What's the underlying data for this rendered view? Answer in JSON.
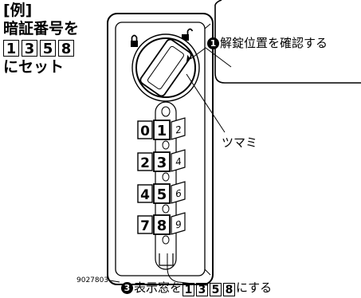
{
  "title": {
    "line1": "[例]",
    "line2": "暗証番号を",
    "digits": [
      "1",
      "3",
      "5",
      "8"
    ],
    "line4": "にセット"
  },
  "callout_unlock": {
    "num": "1",
    "text": "解錠位置を確認する"
  },
  "callout_knob": {
    "text": "ツマミ"
  },
  "callout_window": {
    "num": "3",
    "prefix": "表示窓を",
    "digits": [
      "1",
      "3",
      "5",
      "8"
    ],
    "suffix": "にする"
  },
  "figure_code": "9027803",
  "dials": [
    {
      "front": "0",
      "main": "1",
      "side": "2"
    },
    {
      "front": "2",
      "main": "3",
      "side": "4"
    },
    {
      "front": "4",
      "main": "5",
      "side": "6"
    },
    {
      "front": "7",
      "main": "8",
      "side": "9"
    }
  ]
}
